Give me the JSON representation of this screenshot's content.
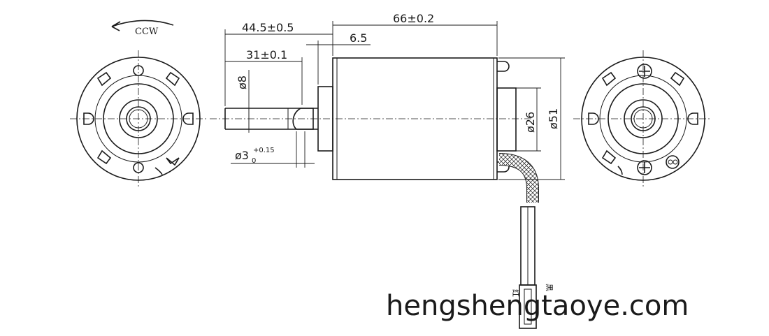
{
  "rotation": {
    "label": "CCW"
  },
  "dimensions": {
    "overall_shaft_length": "44.5±0.5",
    "shaft_length_to_flat": "31±0.1",
    "boss_length": "6.5",
    "body_length": "66±0.2",
    "shaft_diameter": "ø8",
    "flat_depth_base": "ø3",
    "flat_depth_sub": "0",
    "flat_depth_sup": "+0.15",
    "boss_diameter": "ø26",
    "body_diameter": "ø51"
  },
  "wire_labels": {
    "red": "红",
    "black": "黑"
  },
  "watermark": "hengshengtaoye.com"
}
